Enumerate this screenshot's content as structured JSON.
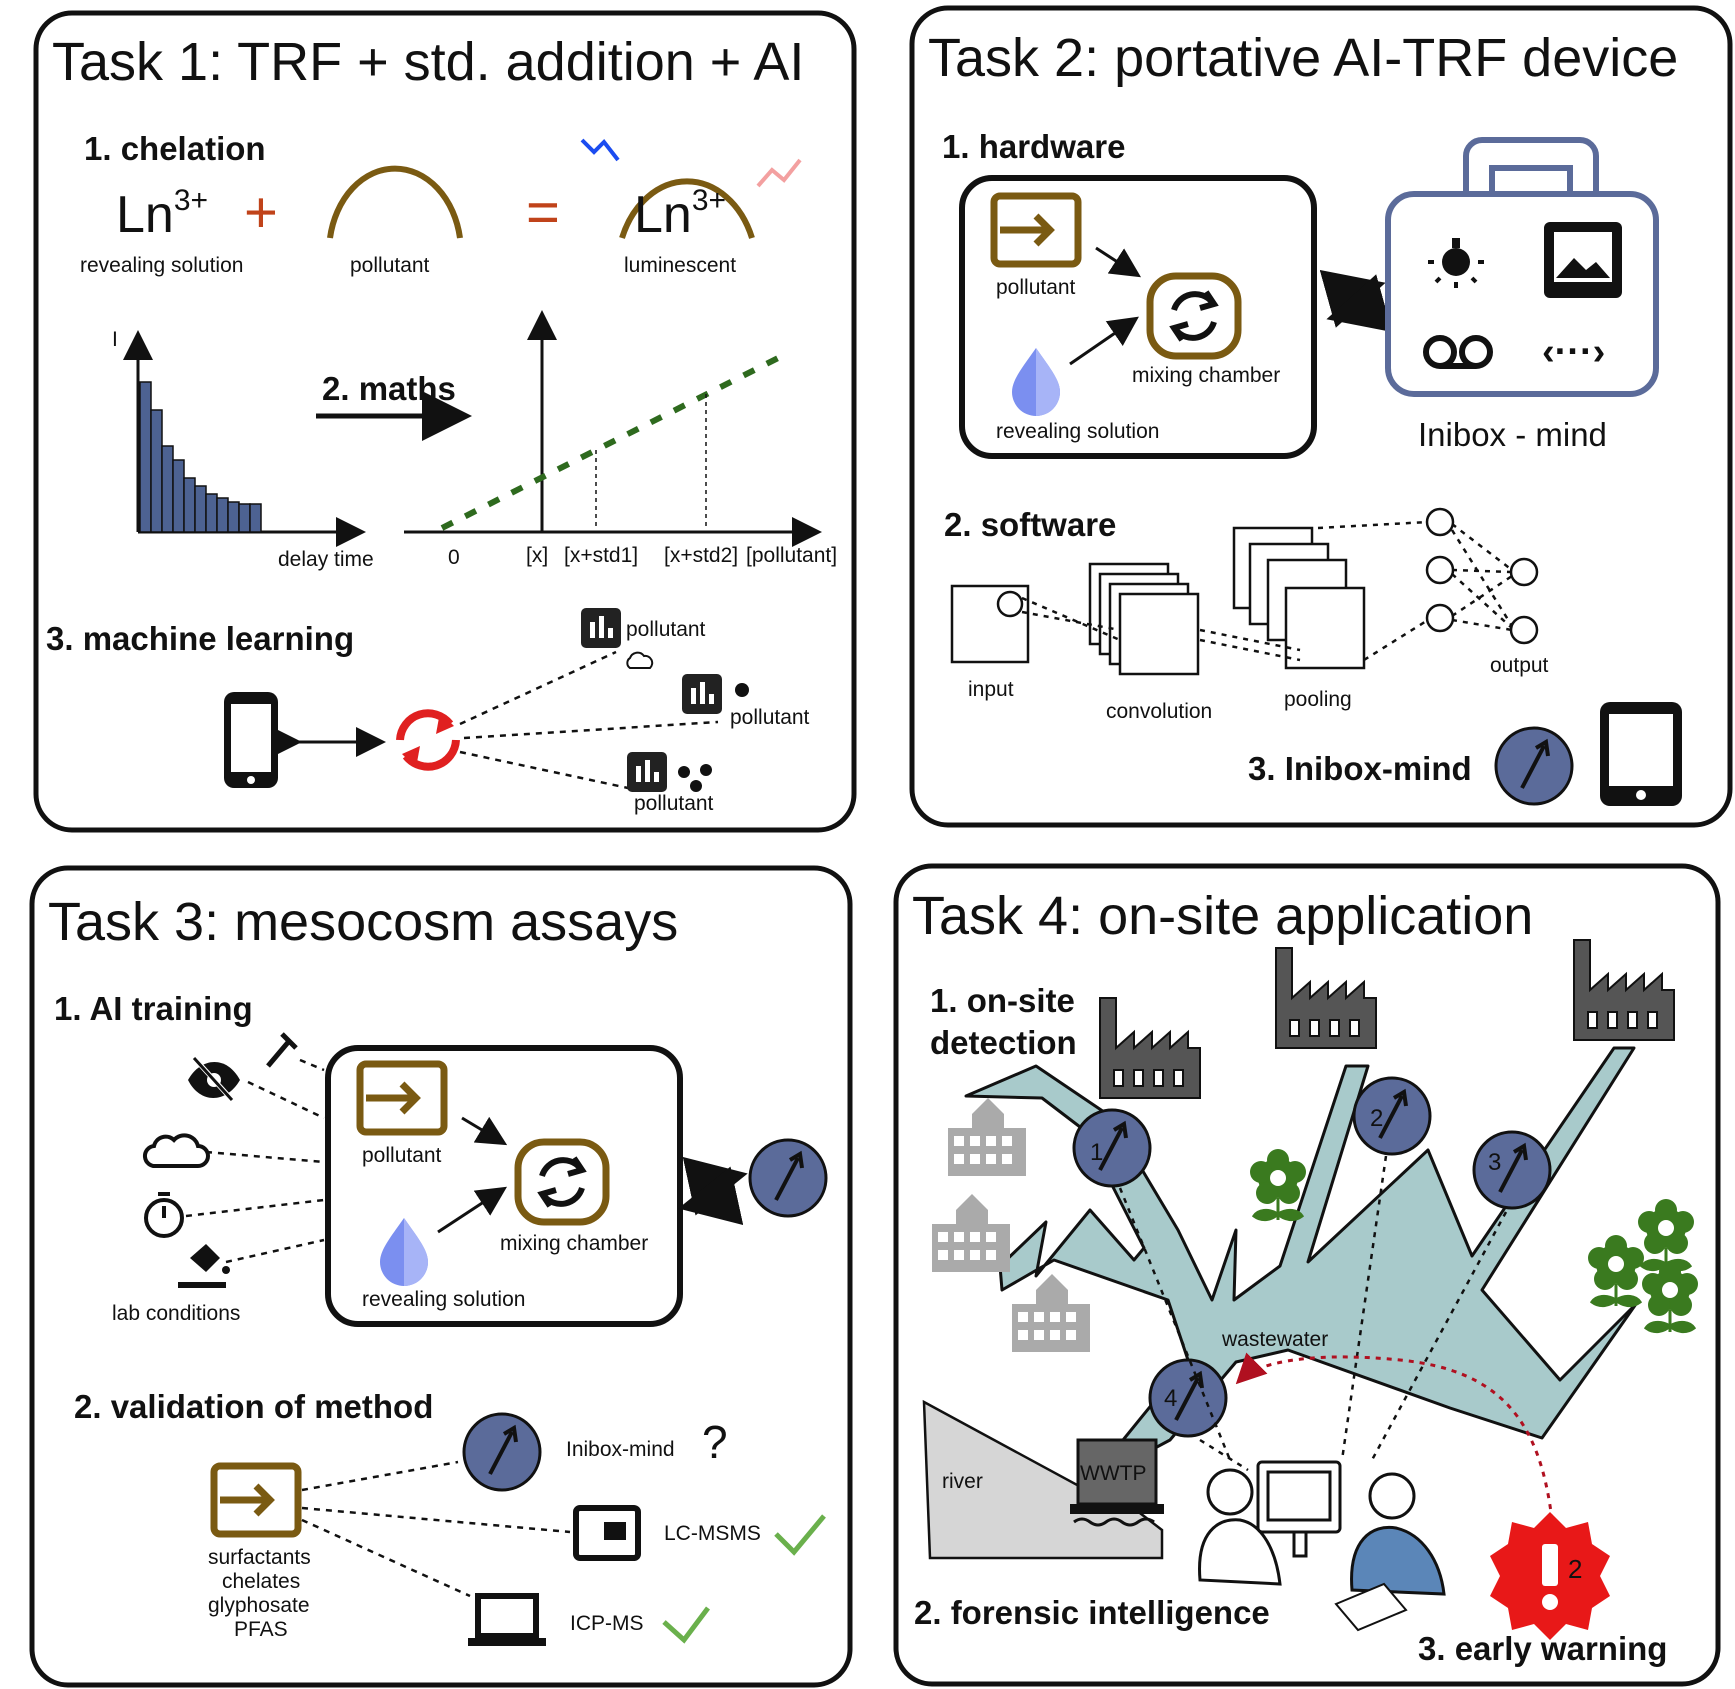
{
  "colors": {
    "frame": "#111111",
    "brown": "#7a5a12",
    "orange": "#c0431a",
    "navy": "#5b6b9a",
    "pipe": "#a8cacb",
    "green": "#3a7a1f",
    "blue_drop": "#7b8ff0",
    "red": "#e02020",
    "grey_bld": "#aaaaaa",
    "factory": "#555555"
  },
  "task1": {
    "title": "Task 1: TRF + std. addition + AI",
    "chelation": {
      "heading": "1. chelation",
      "ln_base": "Ln",
      "ln_sup": "3+",
      "plus": "+",
      "equals": "=",
      "revealing": "revealing solution",
      "pollutant": "pollutant",
      "luminescent": "luminescent"
    },
    "decay": {
      "y_label": "I",
      "x_label": "delay time"
    },
    "maths": {
      "heading": "2. maths",
      "ticks": [
        "0",
        "[x]",
        "[x+std1]",
        "[x+std2]",
        "[pollutant]"
      ]
    },
    "ml": {
      "heading": "3. machine learning",
      "targets": [
        "pollutant",
        "pollutant",
        "pollutant"
      ]
    }
  },
  "task2": {
    "title": "Task 2: portative AI-TRF device",
    "hardware": {
      "heading": "1. hardware",
      "pollutant": "pollutant",
      "mixing": "mixing chamber",
      "revealing": "revealing solution"
    },
    "inibox_label": "Inibox - mind",
    "software": {
      "heading": "2. software",
      "input": "input",
      "convolution": "convolution",
      "pooling": "pooling",
      "output": "output"
    },
    "inibox_mind": "3. Inibox-mind"
  },
  "task3": {
    "title": "Task 3: mesocosm assays",
    "training": {
      "heading": "1. AI training",
      "lab_conditions": "lab conditions",
      "pollutant": "pollutant",
      "mixing": "mixing chamber",
      "revealing": "revealing solution"
    },
    "validation": {
      "heading": "2. validation of method",
      "analytes": [
        "surfactants",
        "chelates",
        "glyphosate",
        "PFAS"
      ],
      "inibox": "Inibox-mind",
      "question": "?",
      "lcmsms": "LC-MSMS",
      "icpms": "ICP-MS"
    }
  },
  "task4": {
    "title": "Task 4: on-site application",
    "detection_line1": "1. on-site",
    "detection_line2": "detection",
    "wastewater": "wastewater",
    "river": "river",
    "wwtp": "WWTP",
    "sensors": [
      "1",
      "2",
      "3",
      "4"
    ],
    "forensic": "2. forensic intelligence",
    "early_warning": "3. early warning",
    "warning_number": "2"
  }
}
